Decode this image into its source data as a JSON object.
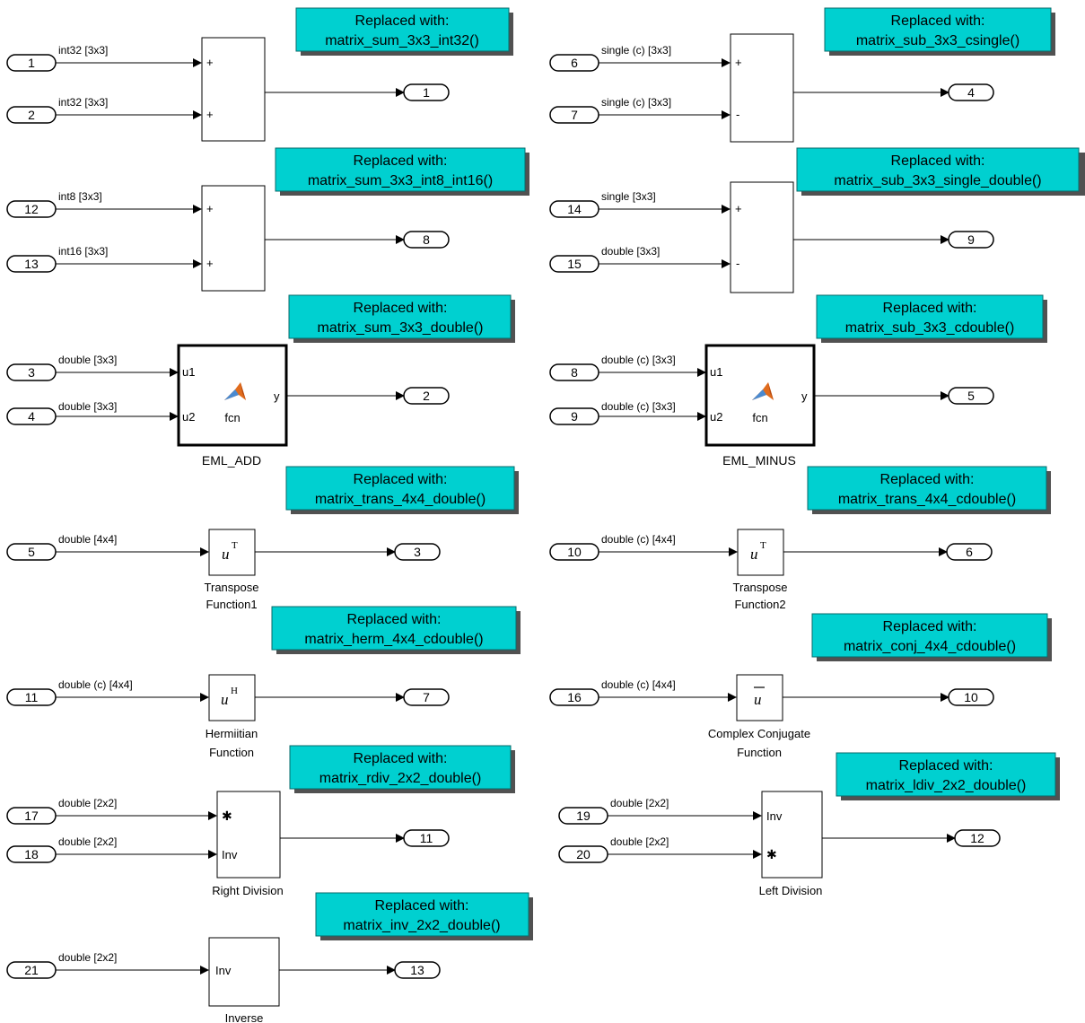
{
  "colors": {
    "note_fill": "#00d0d0",
    "note_shadow": "#333333",
    "line": "#000000",
    "block_fill": "#ffffff"
  },
  "note_header": "Replaced with:",
  "notes": {
    "sum_int32": "matrix_sum_3x3_int32()",
    "sub_csingle": "matrix_sub_3x3_csingle()",
    "sum_int8_int16": "matrix_sum_3x3_int8_int16()",
    "sub_single_double": "matrix_sub_3x3_single_double()",
    "sum_double": "matrix_sum_3x3_double()",
    "sub_cdouble": "matrix_sub_3x3_cdouble()",
    "trans_double": "matrix_trans_4x4_double()",
    "trans_cdouble": "matrix_trans_4x4_cdouble()",
    "herm_cdouble": "matrix_herm_4x4_cdouble()",
    "conj_cdouble": "matrix_conj_4x4_cdouble()",
    "rdiv_double": "matrix_rdiv_2x2_double()",
    "ldiv_double": "matrix_ldiv_2x2_double()",
    "inv_double": "matrix_inv_2x2_double()"
  },
  "inports": {
    "p1": "1",
    "p2": "2",
    "p3": "3",
    "p4": "4",
    "p5": "5",
    "p6": "6",
    "p7": "7",
    "p8": "8",
    "p9": "9",
    "p10": "10",
    "p11": "11",
    "p12": "12",
    "p13": "13",
    "p14": "14",
    "p15": "15",
    "p16": "16",
    "p17": "17",
    "p18": "18",
    "p19": "19",
    "p20": "20",
    "p21": "21"
  },
  "outports": {
    "o1": "1",
    "o2": "2",
    "o3": "3",
    "o4": "4",
    "o5": "5",
    "o6": "6",
    "o7": "7",
    "o8": "8",
    "o9": "9",
    "o10": "10",
    "o11": "11",
    "o12": "12",
    "o13": "13"
  },
  "signals": {
    "s1": "int32 [3x3]",
    "s2": "int32 [3x3]",
    "s12": "int8 [3x3]",
    "s13": "int16 [3x3]",
    "s3": "double [3x3]",
    "s4": "double [3x3]",
    "s5": "double [4x4]",
    "s11": "double (c) [4x4]",
    "s17": "double [2x2]",
    "s18": "double [2x2]",
    "s21": "double [2x2]",
    "s6": "single (c) [3x3]",
    "s7": "single (c) [3x3]",
    "s14": "single [3x3]",
    "s15": "double [3x3]",
    "s8": "double (c) [3x3]",
    "s9": "double (c) [3x3]",
    "s10": "double (c) [4x4]",
    "s16": "double (c) [4x4]",
    "s19": "double [2x2]",
    "s20": "double [2x2]"
  },
  "blocks": {
    "sign_plus": "+",
    "sign_minus": "-",
    "eml_add": "EML_ADD",
    "eml_minus": "EML_MINUS",
    "fcn": "fcn",
    "u1": "u1",
    "u2": "u2",
    "y": "y",
    "transpose1_l1": "Transpose",
    "transpose1_l2": "Function1",
    "transpose2_l1": "Transpose",
    "transpose2_l2": "Function2",
    "herm_l1": "Hermiitian",
    "herm_l2": "Function",
    "conj_l1": "Complex Conjugate",
    "conj_l2": "Function",
    "right_division": "Right Division",
    "left_division": "Left Division",
    "inverse": "Inverse",
    "inv": "Inv",
    "star": "✱",
    "u_base": "u",
    "sup_T": "T",
    "sup_H": "H"
  }
}
